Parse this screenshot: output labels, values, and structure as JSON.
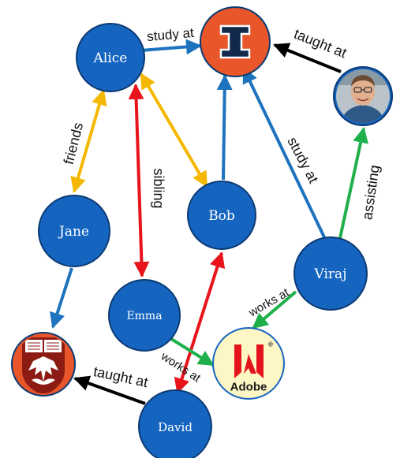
{
  "colors": {
    "node_fill": "#1565c0",
    "node_stroke": "#0b3a73",
    "study": "#1e73be",
    "friends": "#f5b800",
    "sibling": "#e8141b",
    "assisting": "#1fb04c",
    "works": "#1fb04c",
    "taught": "#000000",
    "illinois_orange": "#e8562a",
    "illinois_blue": "#13294b",
    "uchicago_red": "#8c1c13",
    "adobe_bg": "#fdf6c5",
    "adobe_red": "#e3141b"
  },
  "people": {
    "alice": "Alice",
    "bob": "Bob",
    "jane": "Jane",
    "emma": "Emma",
    "viraj": "Viraj",
    "david": "David"
  },
  "organizations": {
    "illinois": {
      "icon": "illinois-block-i-logo"
    },
    "uchicago": {
      "icon": "uchicago-phoenix-crest"
    },
    "adobe": {
      "icon": "adobe-logo",
      "wordmark": "Adobe",
      "trademark": "®"
    },
    "photo": {
      "icon": "person-photo"
    }
  },
  "edges": {
    "alice_study": "study at",
    "viraj_study": "study at",
    "photo_taught": "taught at",
    "alice_jane": "friends",
    "alice_emma": "sibling",
    "viraj_photo": "assisting",
    "viraj_adobe": "works at",
    "emma_adobe": "works at",
    "david_uchicago": "taught at"
  }
}
